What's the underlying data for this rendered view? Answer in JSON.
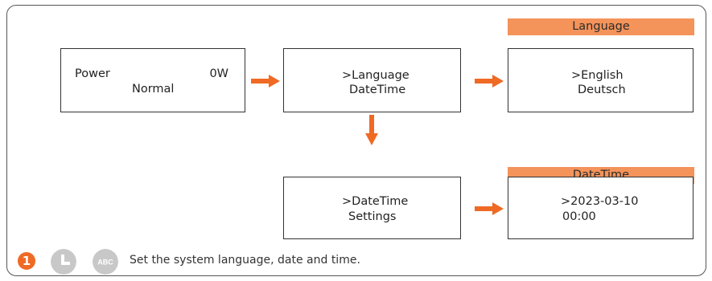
{
  "screens": {
    "status": {
      "label": "Power",
      "value": "0W",
      "state": "Normal"
    },
    "menu": {
      "line1": ">Language",
      "line2": "DateTime"
    },
    "language": {
      "line1": ">English",
      "line2": "Deutsch"
    },
    "datetime_menu": {
      "line1": ">DateTime",
      "line2": "Settings"
    },
    "datetime_value": {
      "line1": ">2023-03-10",
      "line2": "00:00"
    }
  },
  "banners": {
    "language": "Language",
    "datetime": "DateTime"
  },
  "footer": {
    "step_number": "1",
    "abc_label": "ABC",
    "caption": "Set the system language, date and time."
  },
  "colors": {
    "accent": "#f4935a",
    "arrow": "#ef6a24",
    "icon_gray": "#c8c8c8"
  },
  "icons": [
    "step-number-badge",
    "clock-icon",
    "abc-keyboard-icon",
    "right-arrow",
    "down-arrow"
  ]
}
